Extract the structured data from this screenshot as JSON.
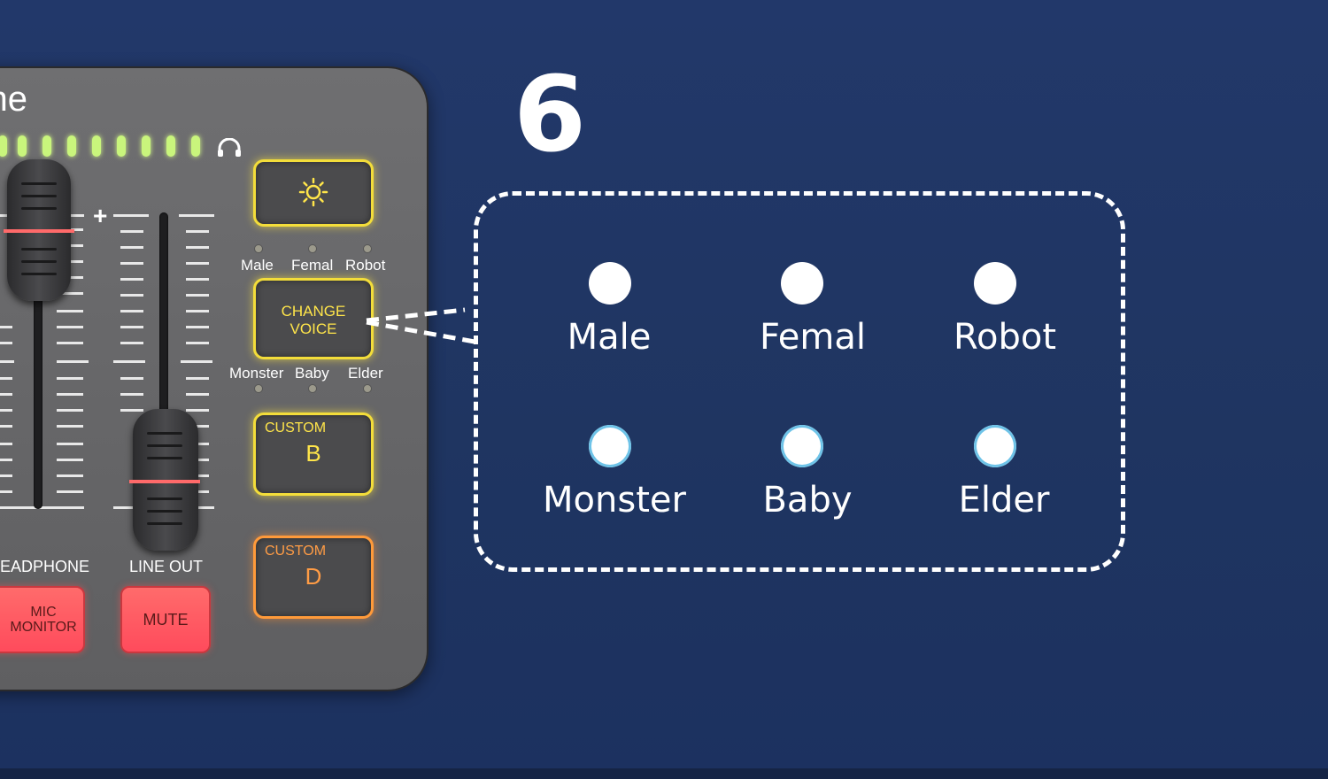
{
  "device": {
    "brand_fragment": "ne",
    "headphone_label": "EADPHONE",
    "line_out_label": "LINE OUT",
    "mic_monitor_label_1": "MIC",
    "mic_monitor_label_2": "MONITOR",
    "mute_label": "MUTE",
    "top_leds": [
      "Male",
      "Femal",
      "Robot"
    ],
    "change_voice_line1": "CHANGE",
    "change_voice_line2": "VOICE",
    "bottom_leds": [
      "Monster",
      "Baby",
      "Elder"
    ],
    "custom_b_small": "CUSTOM",
    "custom_b_big": "B",
    "custom_d_small": "CUSTOM",
    "custom_d_big": "D",
    "icons": [
      "brightness-icon",
      "headphone-icon"
    ],
    "colors": {
      "pad_yellow": "#f3dd3a",
      "pad_orange": "#ff9a3a",
      "red_button": "#ff5a62",
      "level_led": "#c9f57c"
    }
  },
  "callout": {
    "step_number": "6",
    "modes": [
      {
        "label": "Male"
      },
      {
        "label": "Femal"
      },
      {
        "label": "Robot"
      },
      {
        "label": "Monster"
      },
      {
        "label": "Baby"
      },
      {
        "label": "Elder"
      }
    ]
  }
}
